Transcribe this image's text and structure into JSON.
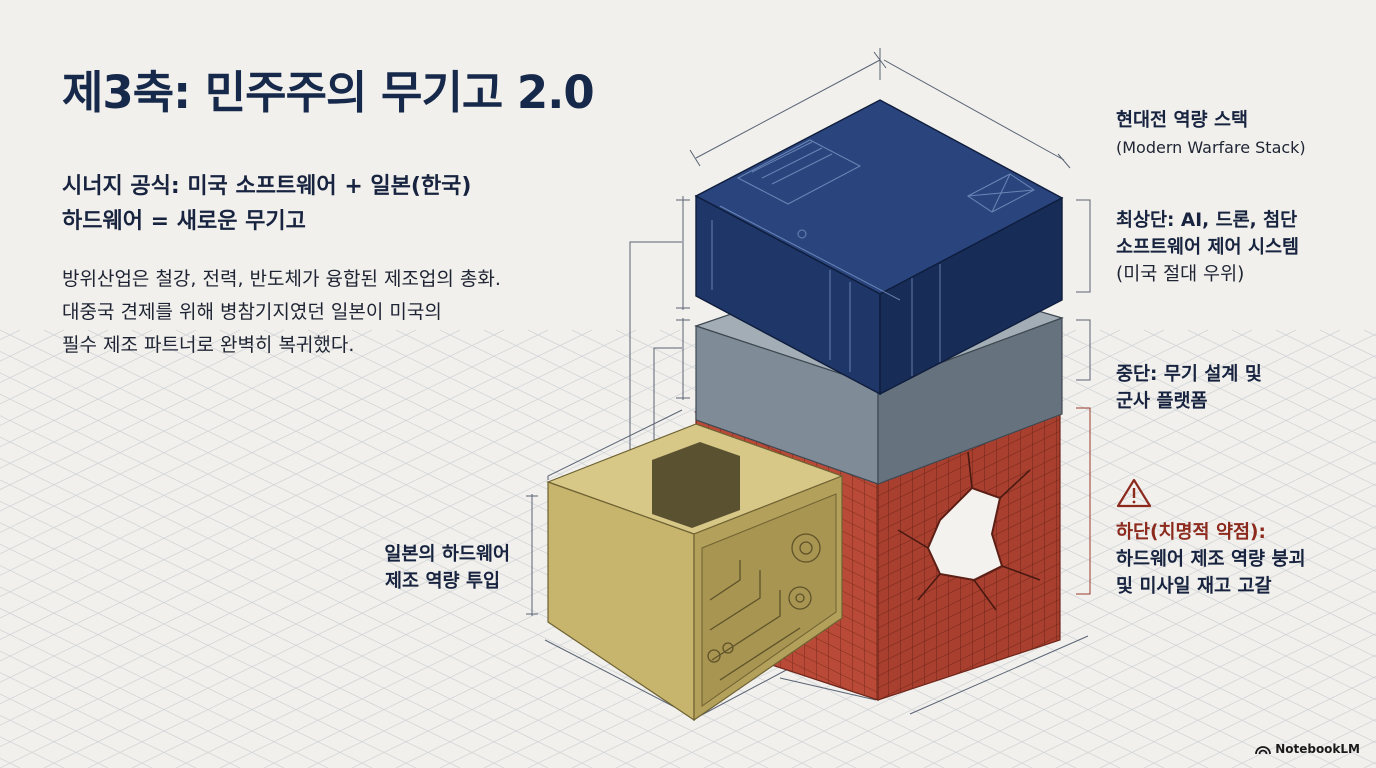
{
  "title": "제3축: 민주주의 무기고 2.0",
  "synergy": {
    "line1": "시너지 공식: 미국 소프트웨어 + 일본(한국)",
    "line2": "하드웨어 = 새로운 무기고"
  },
  "body": {
    "line1": "방위산업은 철강, 전력, 반도체가 융합된 제조업의 총화.",
    "line2": "대중국 견제를 위해 병참기지였던 일본이 미국의",
    "line3": "필수 제조 파트너로 완벽히 복귀했다."
  },
  "stack": {
    "title": "현대전 역량 스택",
    "subtitle": "(Modern Warfare Stack)"
  },
  "top_layer": {
    "line1": "최상단: AI, 드론, 첨단",
    "line2": "소프트웨어 제어 시스템",
    "line3": "(미국 절대 우위)"
  },
  "middle_layer": {
    "line1": "중단: 무기 설계 및",
    "line2": "군사 플랫폼"
  },
  "bottom_layer": {
    "line1": "하단(치명적 약점):",
    "line2": "하드웨어 제조 역량 붕괴",
    "line3": "및 미사일 재고 고갈"
  },
  "japan": {
    "line1": "일본의 하드웨어",
    "line2": "제조 역량 투입"
  },
  "brand": "NotebookLM",
  "colors": {
    "background": "#f1f0ec",
    "navy_block": "#1e3566",
    "gray_block": "#6e7c88",
    "red_block": "#b94a37",
    "gold_block": "#c7b56e",
    "warning": "#8c2a1e"
  },
  "icons": [
    "warning-icon",
    "notebooklm-logo-icon"
  ]
}
